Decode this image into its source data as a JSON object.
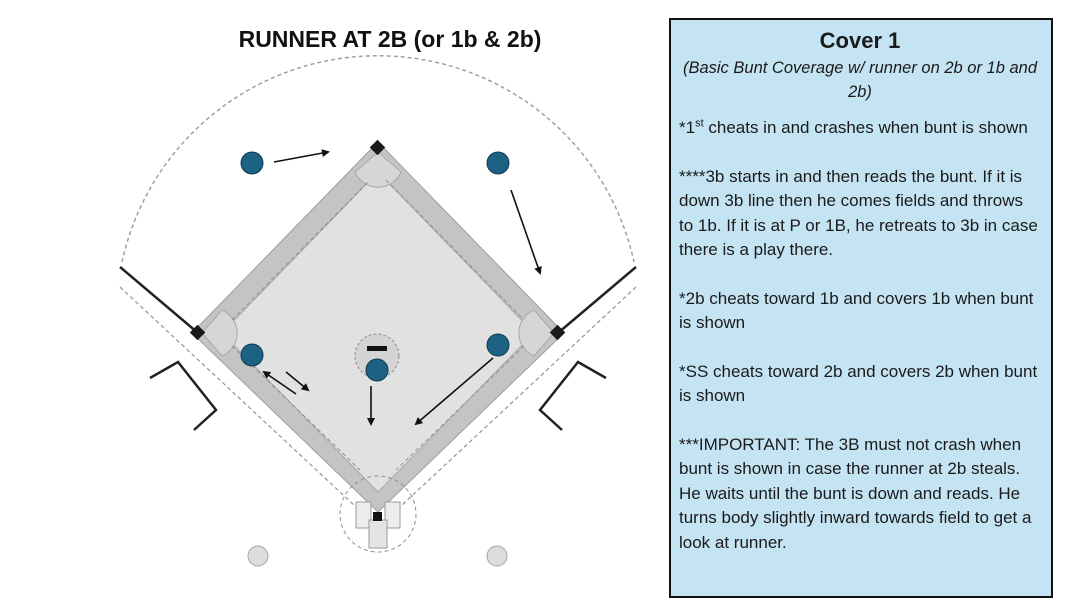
{
  "diagram": {
    "title": "RUNNER AT 2B (or 1b & 2b)"
  },
  "panel": {
    "title": "Cover 1",
    "subtitle": "(Basic Bunt Coverage w/ runner on 2b or 1b and 2b)",
    "first_prefix": "*1",
    "first_sup": "st",
    "first_rest": " cheats in and crashes when bunt is shown",
    "para_third": "****3b starts in and then reads the bunt. If it is down 3b line then he comes fields and throws to 1b.  If it is at P or 1B, he retreats to 3b in case there is a play there.",
    "para_second": "*2b cheats toward 1b and covers 1b when bunt is shown",
    "para_ss": "*SS cheats toward 2b and covers 2b when bunt is shown",
    "para_important": "***IMPORTANT:  The 3B must not crash when bunt is shown in case the runner at 2b steals.  He waits until the bunt is down and reads.  He turns body slightly inward towards field to get a look at runner."
  },
  "colors": {
    "player": "#1d6283",
    "panel_bg": "#c5e4f3",
    "infield": "#e0e0e0",
    "basepath": "#bdbdbd"
  }
}
